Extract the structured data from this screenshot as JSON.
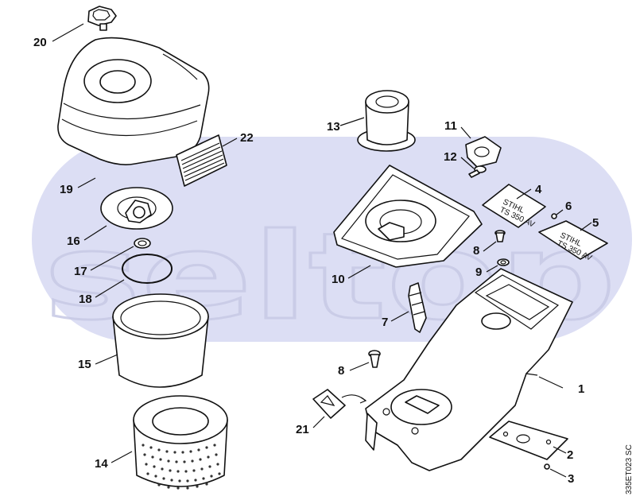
{
  "diagram": {
    "title": "",
    "watermark": "seltop",
    "drawing_code": "335ET023 SC",
    "watermark_color": "#dcdef4",
    "labels": [
      {
        "id": "1",
        "text": "1"
      },
      {
        "id": "2",
        "text": "2"
      },
      {
        "id": "3",
        "text": "3"
      },
      {
        "id": "4",
        "text": "4"
      },
      {
        "id": "5",
        "text": "5"
      },
      {
        "id": "6",
        "text": "6"
      },
      {
        "id": "7",
        "text": "7"
      },
      {
        "id": "8a",
        "text": "8"
      },
      {
        "id": "8b",
        "text": "8"
      },
      {
        "id": "9",
        "text": "9"
      },
      {
        "id": "10",
        "text": "10"
      },
      {
        "id": "11",
        "text": "11"
      },
      {
        "id": "12",
        "text": "12"
      },
      {
        "id": "13",
        "text": "13"
      },
      {
        "id": "14",
        "text": "14"
      },
      {
        "id": "15",
        "text": "15"
      },
      {
        "id": "16",
        "text": "16"
      },
      {
        "id": "17",
        "text": "17"
      },
      {
        "id": "18",
        "text": "18"
      },
      {
        "id": "19",
        "text": "19"
      },
      {
        "id": "20",
        "text": "20"
      },
      {
        "id": "21",
        "text": "21"
      },
      {
        "id": "22",
        "text": "22"
      }
    ],
    "decals": {
      "plate4_line1": "STIHL",
      "plate4_line2": "TS 350 AV",
      "plate5_line1": "STIHL",
      "plate5_line2": "TS 350 AV"
    }
  }
}
